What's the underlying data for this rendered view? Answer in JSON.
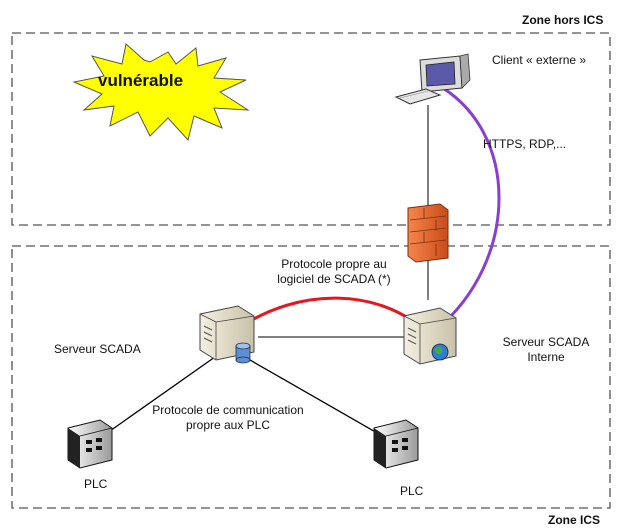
{
  "zones": {
    "outer_label": "Zone hors ICS",
    "inner_label": "Zone ICS"
  },
  "badge": {
    "text": "vulnérable",
    "color": "#ffff00"
  },
  "nodes": {
    "client_label": "Client « externe »",
    "scada_server_label": "Serveur SCADA",
    "scada_internal_label_line1": "Serveur SCADA",
    "scada_internal_label_line2": "Interne",
    "plc_left_label": "PLC",
    "plc_right_label": "PLC"
  },
  "links": {
    "https_label": "HTTPS, RDP,...",
    "scada_protocol_line1": "Protocole propre au",
    "scada_protocol_line2": "logiciel de SCADA (*)",
    "plc_protocol_line1": "Protocole de communication",
    "plc_protocol_line2": "propre aux PLC"
  },
  "colors": {
    "purple_arrow": "#8a3fd1",
    "red_arrow": "#e8141e",
    "firewall": "#e8632a",
    "dash": "#555555"
  }
}
